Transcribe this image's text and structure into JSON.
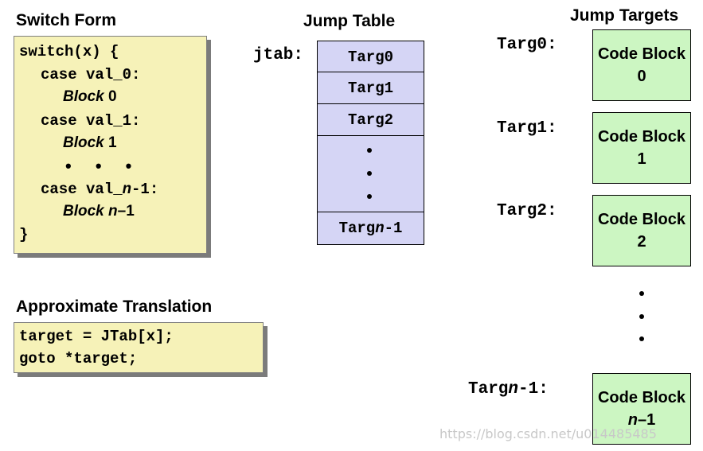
{
  "switch_form": {
    "title": "Switch Form",
    "lines": {
      "l1": "switch(x) {",
      "l2": "case val_0:",
      "l3_word": "Block",
      "l3_num": "0",
      "l4": "case val_1:",
      "l5_word": "Block",
      "l5_num": "1",
      "dots": "• • •",
      "l7_pre": "case val_",
      "l7_n": "n",
      "l7_post": "-1:",
      "l8_word": "Block",
      "l8_n": "n",
      "l8_post": "–1",
      "l9": "}"
    }
  },
  "translation": {
    "title": "Approximate Translation",
    "line1": "target = JTab[x];",
    "line2": "goto *target;"
  },
  "jump_table": {
    "title": "Jump Table",
    "label": "jtab:",
    "entries": [
      "Targ0",
      "Targ1",
      "Targ2"
    ],
    "last_pre": "Targ",
    "last_n": "n",
    "last_post": "-1"
  },
  "jump_targets": {
    "title": "Jump Targets",
    "labels": [
      "Targ0:",
      "Targ1:",
      "Targ2:"
    ],
    "last_label_pre": "Targ",
    "last_label_n": "n",
    "last_label_post": "-1:",
    "block_word": "Code Block",
    "block_nums": [
      "0",
      "1",
      "2"
    ],
    "last_block_n": "n",
    "last_block_post": "–1"
  },
  "watermark": "https://blog.csdn.net/u014485485",
  "colors": {
    "code_bg": "#f6f2b8",
    "table_bg": "#d5d5f5",
    "block_bg": "#ccf6c2",
    "shadow": "#7b7b7b"
  }
}
